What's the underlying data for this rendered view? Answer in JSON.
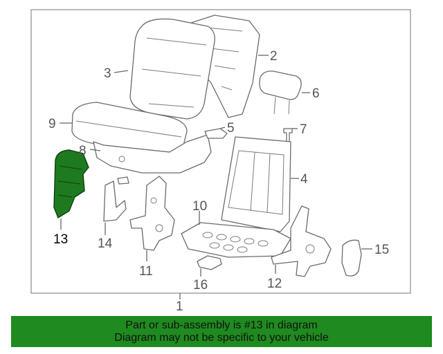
{
  "diagram": {
    "assembly_callout": "1",
    "callouts": [
      "2",
      "3",
      "4",
      "5",
      "6",
      "7",
      "8",
      "9",
      "10",
      "11",
      "12",
      "13",
      "14",
      "15",
      "16"
    ],
    "highlighted_part": "13"
  },
  "banner": {
    "line1": "Part or sub-assembly is #13 in diagram",
    "line2": "Diagram may not be specific to your vehicle"
  },
  "colors": {
    "highlight_part": "#1e7a1e",
    "banner_bg": "#1f8a1f",
    "line_art": "#6a6a6a"
  }
}
